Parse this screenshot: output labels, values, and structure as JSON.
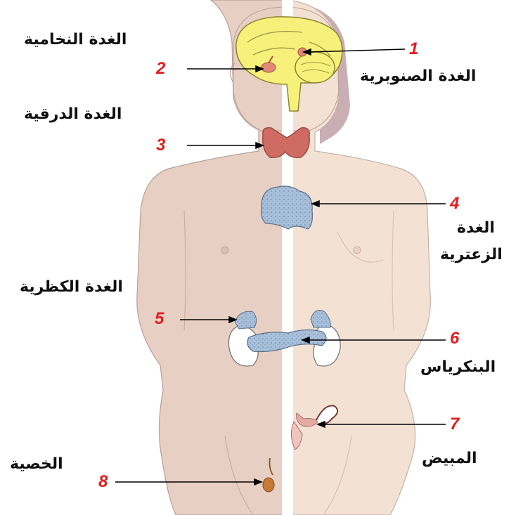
{
  "labels": {
    "pituitary": "الغدة النخامية",
    "pineal": "الغدة الصنوبرية",
    "thyroid": "الغدة الدرقية",
    "thymus_line1": "الغدة",
    "thymus_line2": "الزعترية",
    "adrenal": "الغدة الكظرية",
    "pancreas": "البنكرياس",
    "ovary": "المبيض",
    "testis": "الخصية"
  },
  "numbers": {
    "n1": "1",
    "n2": "2",
    "n3": "3",
    "n4": "4",
    "n5": "5",
    "n6": "6",
    "n7": "7",
    "n8": "8"
  },
  "colors": {
    "number_red": "#e01e1e",
    "brain_yellow": "#f7f07a",
    "thyroid_red": "#cf6b63",
    "thymus_blue": "#9fb8d3",
    "skin_male": "#e8cfc3",
    "skin_female": "#f3e2d4",
    "hair_gray": "#c9aeb4"
  }
}
